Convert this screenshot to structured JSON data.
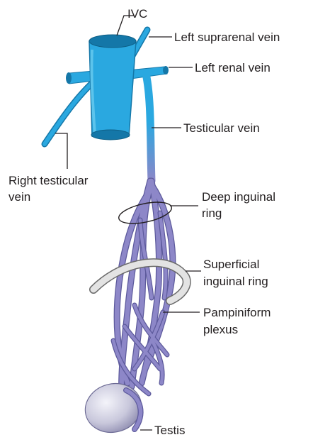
{
  "labels": {
    "ivc": "IVC",
    "left_suprarenal": "Left suprarenal vein",
    "left_renal": "Left renal vein",
    "testicular": "Testicular vein",
    "right_testicular_1": "Right testicular",
    "right_testicular_2": "vein",
    "deep_inguinal_1": "Deep inguinal",
    "deep_inguinal_2": "ring",
    "superficial_inguinal_1": "Superficial",
    "superficial_inguinal_2": "inguinal ring",
    "pampiniform_1": "Pampiniform",
    "pampiniform_2": "plexus",
    "testis": "Testis"
  },
  "colors": {
    "vein_blue": "#2aa8e0",
    "vein_dark": "#1477a8",
    "plexus": "#8d87c8",
    "plexus_dark": "#5d5a9c",
    "testis": "#c9c8dc",
    "ring_gray": "#dcdcdc",
    "text": "#231f20"
  }
}
